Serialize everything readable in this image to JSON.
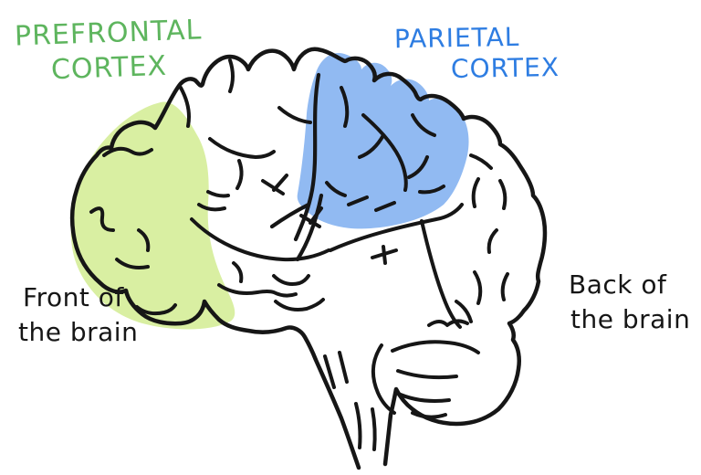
{
  "diagram": {
    "background": "#ffffff",
    "ink_color": "#161616",
    "labels": {
      "prefrontal": {
        "line1": "PREFRONTAL",
        "line2": "CORTEX",
        "color": "#5eb55e"
      },
      "parietal": {
        "line1": "PARIETAL",
        "line2": "CORTEX",
        "color": "#2e7de2"
      },
      "front": {
        "line1": "Front of",
        "line2": "the brain",
        "color": "#161616"
      },
      "back": {
        "line1": "Back of",
        "line2": "the brain",
        "color": "#161616"
      }
    },
    "regions": [
      {
        "name": "prefrontal-cortex",
        "fill": "#d9efa2"
      },
      {
        "name": "parietal-cortex",
        "fill": "#91baf2"
      }
    ]
  }
}
